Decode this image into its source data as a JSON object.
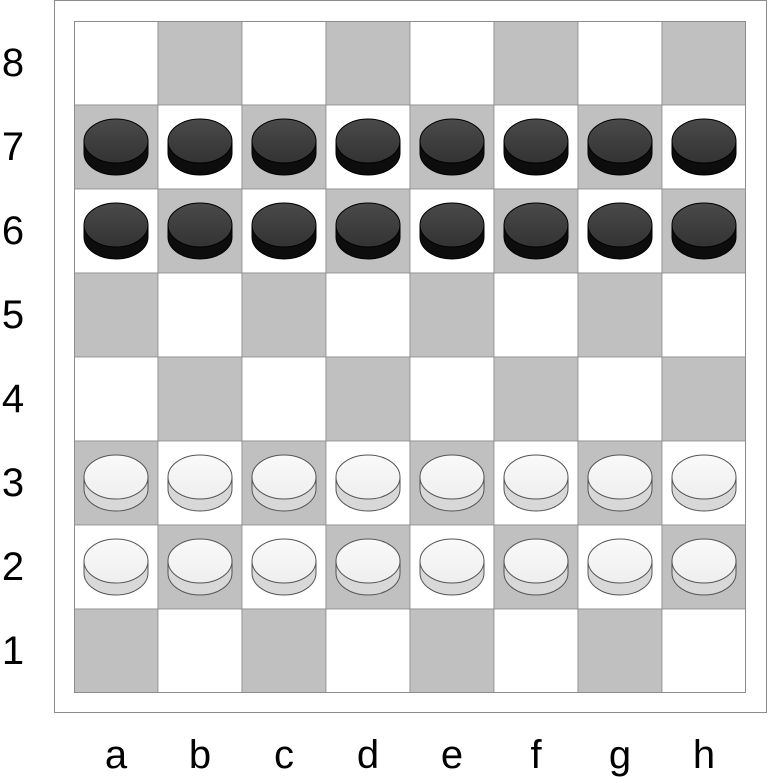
{
  "board": {
    "files": [
      "a",
      "b",
      "c",
      "d",
      "e",
      "f",
      "g",
      "h"
    ],
    "ranks": [
      "8",
      "7",
      "6",
      "5",
      "4",
      "3",
      "2",
      "1"
    ],
    "colors": {
      "light_square": "#ffffff",
      "dark_square": "#c0c0c0",
      "grid_line": "#8c8c8c",
      "black_piece_top": "#333333",
      "black_piece_side": "#0d0d0d",
      "white_piece_top": "#eeeeee",
      "white_piece_side": "#d8d8d8"
    },
    "pieces": [
      {
        "square": "a7",
        "color": "black"
      },
      {
        "square": "b7",
        "color": "black"
      },
      {
        "square": "c7",
        "color": "black"
      },
      {
        "square": "d7",
        "color": "black"
      },
      {
        "square": "e7",
        "color": "black"
      },
      {
        "square": "f7",
        "color": "black"
      },
      {
        "square": "g7",
        "color": "black"
      },
      {
        "square": "h7",
        "color": "black"
      },
      {
        "square": "a6",
        "color": "black"
      },
      {
        "square": "b6",
        "color": "black"
      },
      {
        "square": "c6",
        "color": "black"
      },
      {
        "square": "d6",
        "color": "black"
      },
      {
        "square": "e6",
        "color": "black"
      },
      {
        "square": "f6",
        "color": "black"
      },
      {
        "square": "g6",
        "color": "black"
      },
      {
        "square": "h6",
        "color": "black"
      },
      {
        "square": "a3",
        "color": "white"
      },
      {
        "square": "b3",
        "color": "white"
      },
      {
        "square": "c3",
        "color": "white"
      },
      {
        "square": "d3",
        "color": "white"
      },
      {
        "square": "e3",
        "color": "white"
      },
      {
        "square": "f3",
        "color": "white"
      },
      {
        "square": "g3",
        "color": "white"
      },
      {
        "square": "h3",
        "color": "white"
      },
      {
        "square": "a2",
        "color": "white"
      },
      {
        "square": "b2",
        "color": "white"
      },
      {
        "square": "c2",
        "color": "white"
      },
      {
        "square": "d2",
        "color": "white"
      },
      {
        "square": "e2",
        "color": "white"
      },
      {
        "square": "f2",
        "color": "white"
      },
      {
        "square": "g2",
        "color": "white"
      },
      {
        "square": "h2",
        "color": "white"
      }
    ]
  }
}
